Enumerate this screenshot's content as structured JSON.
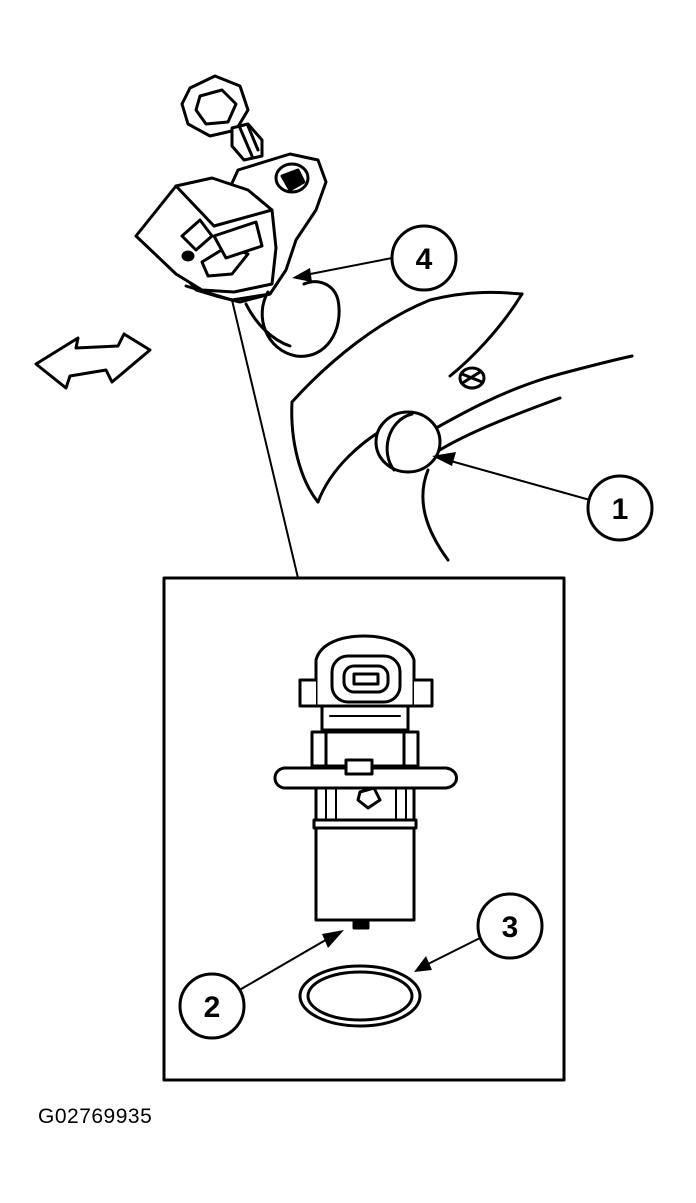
{
  "figure_id": "G02769935",
  "callouts": {
    "c1": "1",
    "c2": "2",
    "c3": "3",
    "c4": "4"
  },
  "colors": {
    "line": "#000000",
    "fill": "#ffffff"
  }
}
